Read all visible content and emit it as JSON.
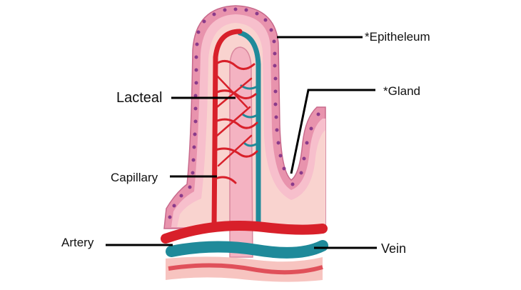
{
  "labels": {
    "lacteal": "Lacteal",
    "capillary": "Capillary",
    "artery": "Artery",
    "epithelium": "*Epitheleum",
    "gland": "*Gland",
    "vein": "Vein"
  },
  "colors": {
    "epithelium_outer": "#e08aa6",
    "epithelium_cell": "#f4b9c8",
    "nucleus": "#8a3a8a",
    "lamina": "#f7c9c6",
    "artery": "#d8202a",
    "vein": "#1f8a9a",
    "lacteal": "#f6b7c4",
    "leader_line": "#000000"
  }
}
